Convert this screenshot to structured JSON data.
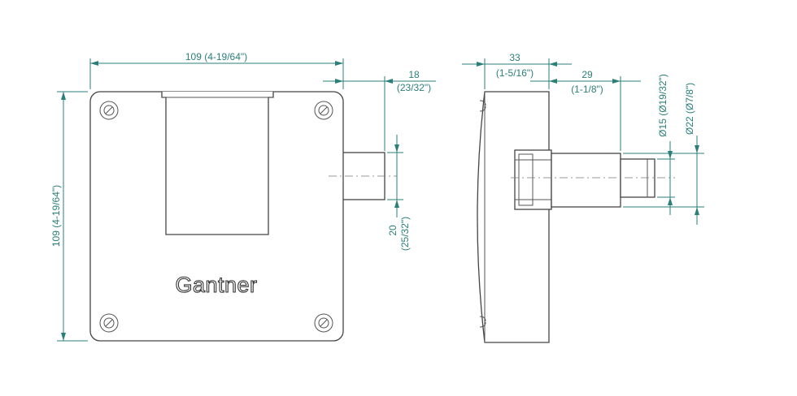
{
  "brand": "Gantner",
  "colors": {
    "dimension": "#2a7f78",
    "outline": "#444444"
  },
  "front_view": {
    "width_label": "109 (4-19/64\")",
    "height_label": "109 (4-19/64\")",
    "bolt_offset_label": "18",
    "bolt_offset_label_inch": "(23/32\")",
    "bolt_height_label": "20",
    "bolt_height_label_inch": "(25/32\")"
  },
  "side_view": {
    "depth_label": "33",
    "depth_label_inch": "(1-5/16\")",
    "bolt_length_label": "29",
    "bolt_length_label_inch": "(1-1/8\")",
    "diameter_small_label": "Ø15 (Ø19/32\")",
    "diameter_large_label": "Ø22 (Ø7/8\")"
  }
}
